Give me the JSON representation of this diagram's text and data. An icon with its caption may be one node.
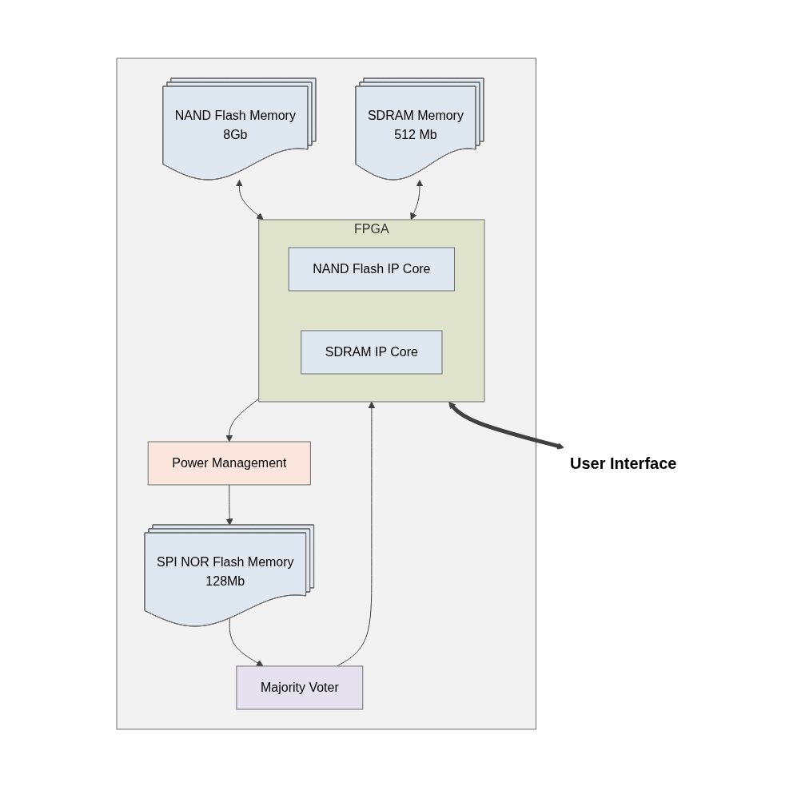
{
  "diagram": {
    "nodes": [
      {
        "text": [],
        "shape": "box"
      },
      {
        "text": [
          "SPI NOR Flash Memory",
          "128Mb"
        ],
        "in": 0
      },
      {
        "text": [
          "Power Management"
        ],
        "in": 0
      },
      {
        "text": [
          "Majority Voter"
        ],
        "in": 0
      },
      {
        "text": [
          "NAND Flash Memory",
          "8Gb"
        ],
        "in": 0
      },
      {
        "text": [
          "FPGA"
        ],
        "in": 0
      },
      {
        "text": [
          "NAND Flash IP Core"
        ],
        "in": 5
      },
      {
        "text": [
          "SDRAM Memory",
          "512 Mb"
        ],
        "in": 0
      },
      {
        "text": [
          "SDRAM IP Core"
        ],
        "in": 5
      },
      {
        "text": [
          "User Interface"
        ]
      }
    ],
    "edges": [
      {
        "from": 2,
        "to": 1,
        "arrow": "to"
      },
      {
        "from": 1,
        "to": 3,
        "arrow": "to"
      },
      {
        "from": 3,
        "to": 5,
        "arrow": "to"
      },
      {
        "from": 5,
        "to": 2,
        "arrow": "to"
      },
      {
        "from": 4,
        "to": 5,
        "arrow": "both"
      },
      {
        "from": 7,
        "to": 5,
        "arrow": "both"
      },
      {
        "from": 5,
        "to": 9,
        "arrow": "both",
        "style": "thick"
      }
    ]
  }
}
